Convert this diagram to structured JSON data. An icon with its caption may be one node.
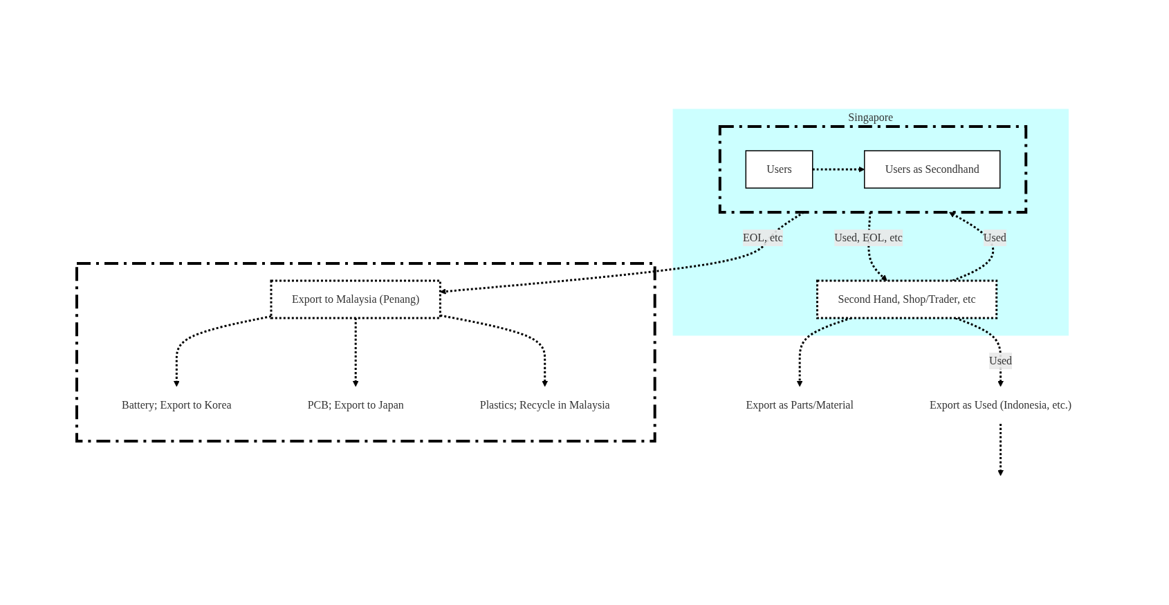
{
  "diagram": {
    "nodes": [
      {
        "text": [
          "Singapore"
        ]
      },
      {
        "text": [],
        "shape": "box",
        "in": 0
      },
      {
        "text": [
          "Users"
        ],
        "in": 1
      },
      {
        "text": [
          "Users as Secondhand"
        ],
        "in": 1
      },
      {
        "text": [
          "Second Hand, Shop/Trader, etc"
        ],
        "in": 0
      },
      {
        "text": [],
        "shape": "box"
      },
      {
        "text": [
          "Export to Malaysia (Penang)"
        ],
        "in": 5
      },
      {
        "text": [
          "Battery; Export to Korea"
        ],
        "in": 5
      },
      {
        "text": [
          "PCB; Export to Japan"
        ],
        "in": 5
      },
      {
        "text": [
          "Plastics; Recycle in Malaysia"
        ],
        "in": 5
      },
      {
        "text": [
          "Export as Used (Indonesia, etc.)"
        ]
      },
      {
        "text": [
          "Export as Parts/Material"
        ]
      }
    ],
    "edges": [
      {
        "from": 2,
        "to": 3,
        "arrow": "to",
        "style": "dashed"
      },
      {
        "from": 1,
        "to": 6,
        "arrow": "to",
        "style": "dashed",
        "label": "EOL, etc"
      },
      {
        "from": 1,
        "to": 4,
        "arrow": "to",
        "style": "dashed",
        "label": "Used, EOL, etc"
      },
      {
        "from": 4,
        "to": 1,
        "arrow": "to",
        "style": "dashed",
        "label": "Used"
      },
      {
        "from": 6,
        "to": 7,
        "arrow": "to",
        "style": "dashed"
      },
      {
        "from": 6,
        "to": 8,
        "arrow": "to",
        "style": "dashed"
      },
      {
        "from": 6,
        "to": 9,
        "arrow": "to",
        "style": "dashed"
      },
      {
        "from": 4,
        "to": 10,
        "arrow": "to",
        "style": "dashed",
        "label": "Used"
      },
      {
        "from": 10,
        "to": null,
        "arrow": "to",
        "style": "dashed"
      },
      {
        "from": 4,
        "to": 11,
        "arrow": "to",
        "style": "dashed"
      }
    ]
  }
}
